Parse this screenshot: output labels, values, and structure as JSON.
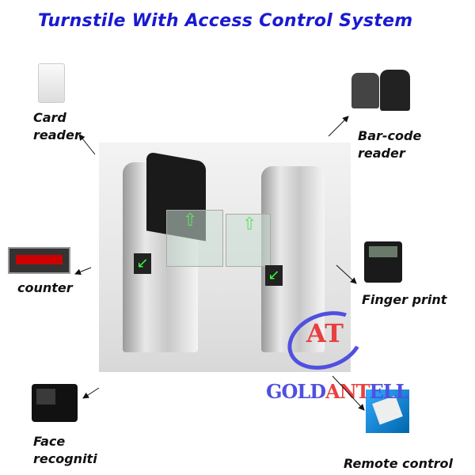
{
  "title": "Turnstile With Access Control System",
  "labels": {
    "card_reader": [
      "Card",
      "reader"
    ],
    "barcode_reader": [
      "Bar-code",
      "reader"
    ],
    "counter": "counter",
    "finger_print": "Finger print",
    "face_recognition": [
      "Face",
      "recogniti"
    ],
    "remote_control": "Remote control"
  },
  "logo": {
    "mark": "AT",
    "text_blue_1": "GOLD",
    "text_red": "ANT",
    "text_blue_2": "ELL"
  },
  "colors": {
    "title": "#1a1ad0",
    "logo_blue": "#5050e0",
    "logo_red": "#e84040"
  }
}
